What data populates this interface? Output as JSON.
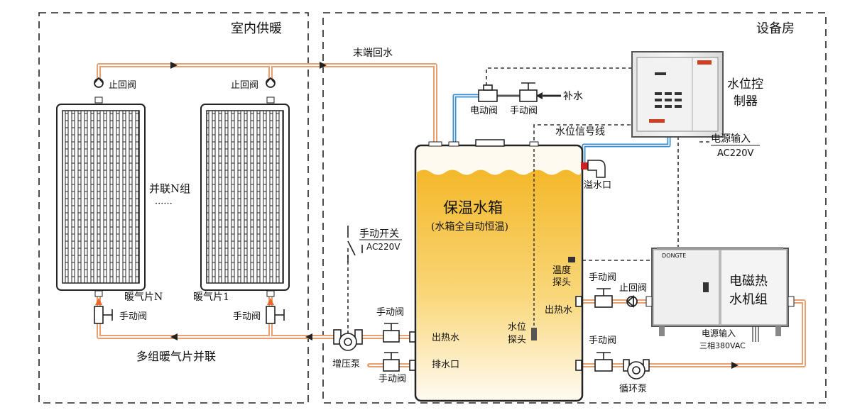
{
  "zones": {
    "indoor_heating": "室内供暖",
    "equipment_room": "设备房"
  },
  "pipes": {
    "return_label": "末端回水",
    "parallel_label": "多组暖气片并联"
  },
  "radiators": {
    "parallel_n": "并联N组",
    "dots": "······",
    "rad_n": "暖气片N",
    "rad_1": "暖气片1"
  },
  "valves": {
    "check_valve": "止回阀",
    "manual_valve": "手动阀",
    "electric_valve": "电动阀",
    "booster_pump": "增压泵",
    "circulation_pump": "循环泵"
  },
  "supply": {
    "makeup_water": "补水"
  },
  "controller": {
    "title_line1": "水位控",
    "title_line2": "制器",
    "signal_line": "水位信号线",
    "power_input": "电源输入",
    "power_voltage": "AC220V"
  },
  "tank": {
    "title": "保温水箱",
    "subtitle": "(水箱全自动恒温)",
    "overflow": "溢水口",
    "hot_water_out": "出热水",
    "drain": "排水口",
    "water_level_probe_1": "水位",
    "water_level_probe_2": "探头",
    "temp_probe_1": "温度",
    "temp_probe_2": "探头"
  },
  "switch": {
    "label": "手动开关",
    "voltage": "AC220V"
  },
  "heater": {
    "brand": "DONGTE",
    "title_line1": "电磁热",
    "title_line2": "水机组",
    "hot_water_out": "出热水",
    "power_input": "电源输入",
    "power_spec": "三相380VAC"
  },
  "colors": {
    "pipe_orange": "#e8a070",
    "pipe_blue": "#3a8fd0",
    "tank_yellow": "#f7c23a",
    "arrow_flow": "#e86a2a"
  }
}
